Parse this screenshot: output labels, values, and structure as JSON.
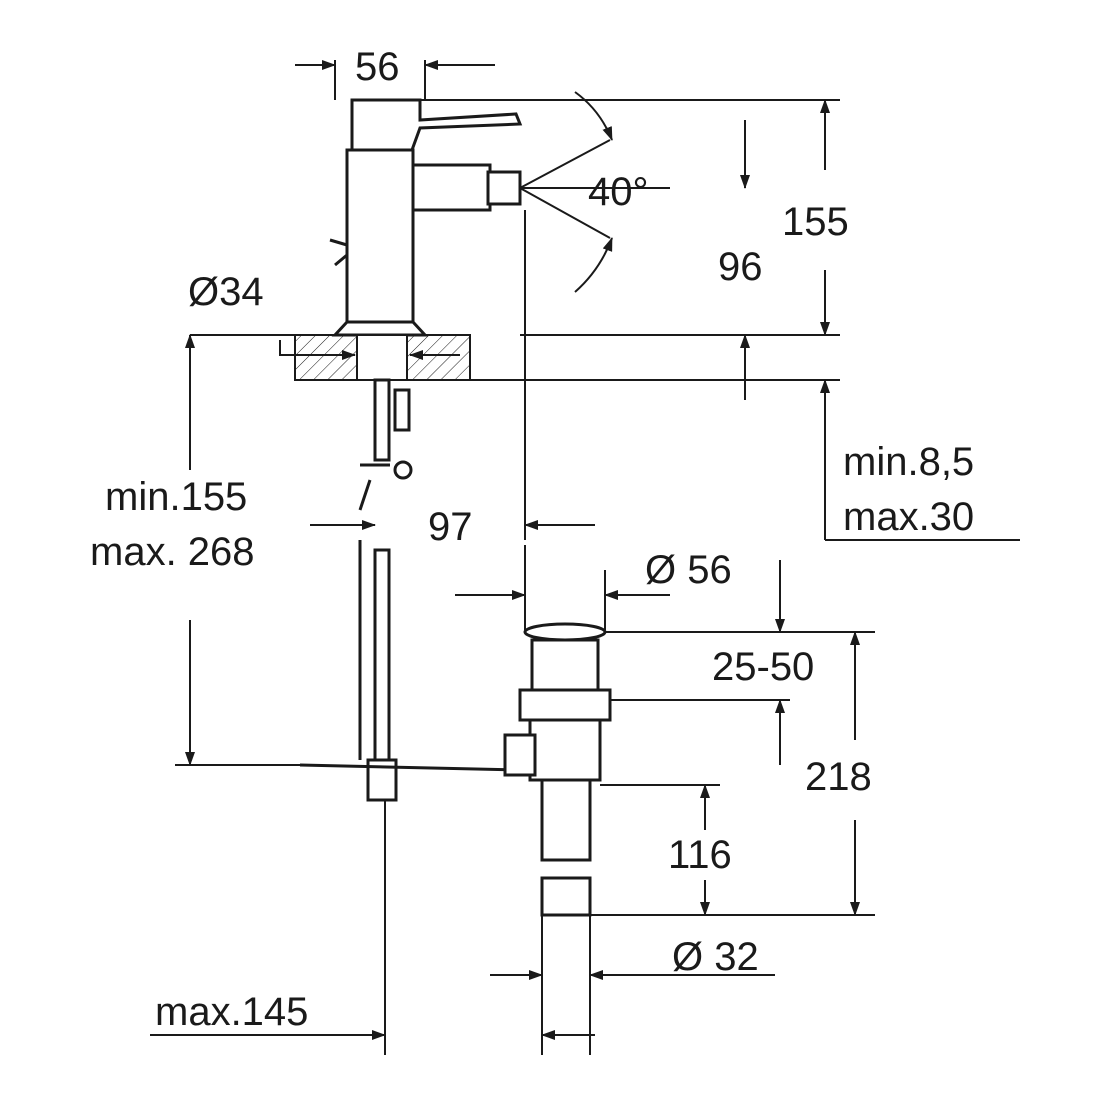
{
  "drawing": {
    "labels": {
      "body_width": "56",
      "spray_angle": "40°",
      "total_height": "155",
      "spout_height": "96",
      "hole_diameter": "Ø34",
      "hose_length_min": "min.155",
      "hose_length_max": "max. 268",
      "spout_reach": "97",
      "countertop_min": "min.8,5",
      "countertop_max": "max.30",
      "waste_diameter": "Ø 56",
      "waste_adjust": "25-50",
      "waste_height": "218",
      "tail_length": "116",
      "tail_diameter": "Ø 32",
      "rod_offset": "max.145"
    }
  }
}
